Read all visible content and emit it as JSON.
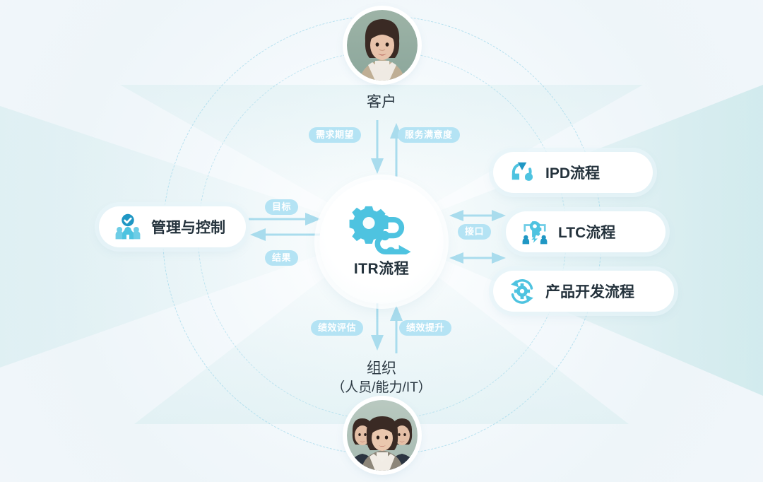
{
  "theme": {
    "bg": "#f2f7fb",
    "accent": "#4ec3e0",
    "accent_dark": "#1f97c4",
    "arrow": "#a9dced",
    "tag_bg": "#b4e3f4",
    "tag_text": "#ffffff",
    "text_dark": "#24323c",
    "dashed_circle": "#a9dced"
  },
  "center": {
    "label": "ITR流程",
    "icon": "process-gear-flow-icon"
  },
  "nodes": {
    "customer": {
      "label": "客户",
      "avatar": "customer-portrait-avatar"
    },
    "organization": {
      "label": "组织",
      "sublabel": "（人员/能力/IT）",
      "avatar": "organization-team-avatar"
    }
  },
  "cards": [
    {
      "id": "mgmt",
      "label": "管理与控制",
      "icon": "people-check-icon"
    },
    {
      "id": "ipd",
      "label": "IPD流程",
      "icon": "cycle-arrow-icon"
    },
    {
      "id": "ltc",
      "label": "LTC流程",
      "icon": "gear-people-exchange-icon"
    },
    {
      "id": "pdp",
      "label": "产品开发流程",
      "icon": "refresh-gear-icon"
    }
  ],
  "tags": {
    "demand": "需求期望",
    "satisfaction": "服务满意度",
    "goal": "目标",
    "result": "结果",
    "interface": "接口",
    "evaluation": "绩效评估",
    "improvement": "绩效提升"
  }
}
